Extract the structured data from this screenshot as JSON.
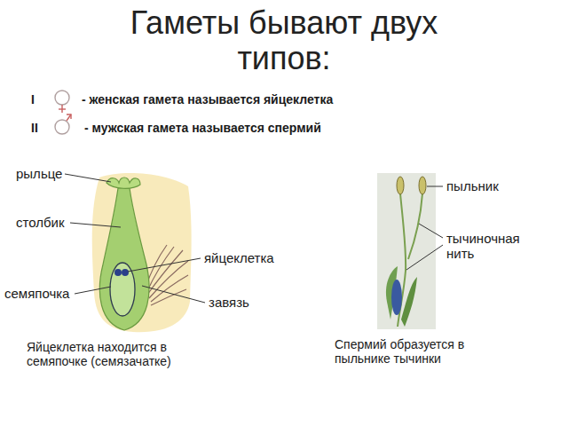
{
  "diagram": {
    "title": "Гаметы бывают двух типов:",
    "labels": [
      "I",
      "- женская гамета называется яйцеклетка",
      "II",
      "- мужская гамета называется спермий",
      "рыльце",
      "столбик",
      "яйцеклетка",
      "семяпочка",
      "завязь",
      "пыльник",
      "тычиночная нить",
      "Яйцеклетка находится в семяпочке (семязачатке)",
      "Спермий образуется в пыльнике тычинки"
    ]
  }
}
